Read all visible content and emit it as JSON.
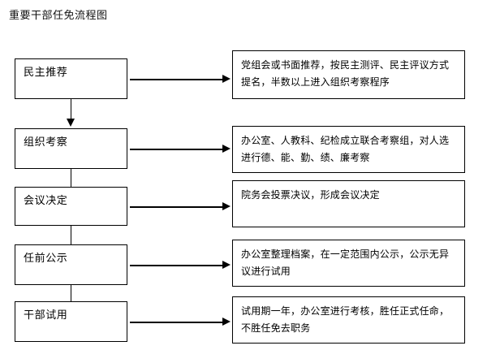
{
  "title": "重要干部任免流程图",
  "colors": {
    "background": "#ffffff",
    "stroke": "#000000",
    "text": "#000000"
  },
  "flow": {
    "stages": [
      {
        "id": "democratic-recommendation",
        "label": "民主推荐",
        "detail": "党组会或书面推荐，按民主测评、民主评议方式提名，半数以上进入组织考察程序"
      },
      {
        "id": "organizational-inspection",
        "label": "组织考察",
        "detail": "办公室、人教科、纪检成立联合考察组，对人选进行德、能、勤、绩、廉考察"
      },
      {
        "id": "meeting-decision",
        "label": "会议决定",
        "detail": "院务会投票决议，形成会议决定"
      },
      {
        "id": "pre-appointment-publicity",
        "label": "任前公示",
        "detail": "办公室整理档案，在一定范围内公示，公示无异议进行试用"
      },
      {
        "id": "cadre-probation",
        "label": "干部试用",
        "detail": "试用期一年，办公室进行考核，胜任正式任命，不胜任免去职务"
      }
    ],
    "connector_icons": {
      "horizontal": "arrow-right-icon",
      "vertical": "arrow-down-icon"
    }
  }
}
